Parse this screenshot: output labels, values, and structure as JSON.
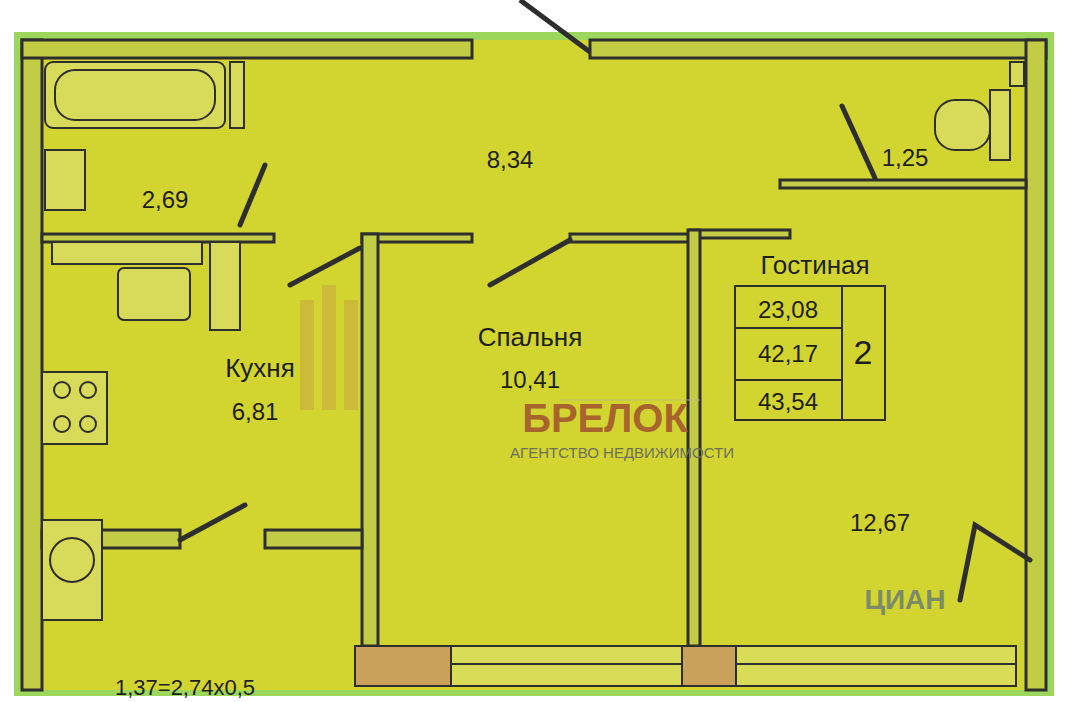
{
  "diagram": {
    "nodes": [
      {
        "text": [
          "2,69"
        ]
      },
      {
        "text": [
          "8,34"
        ]
      },
      {
        "text": [
          "1,25"
        ]
      },
      {
        "text": [
          "Кухня",
          "6,81"
        ]
      },
      {
        "text": [
          "Спальня",
          "10,41"
        ]
      },
      {
        "text": [
          "Гостиная",
          "12,67"
        ]
      }
    ],
    "labels": [
      "23,08",
      "42,17",
      "43,54",
      "2",
      "1,37=2,74x0,5",
      "БРЕЛОК",
      "АГЕНТСТВО НЕДВИЖИМОСТИ",
      "ЦИАН"
    ]
  }
}
